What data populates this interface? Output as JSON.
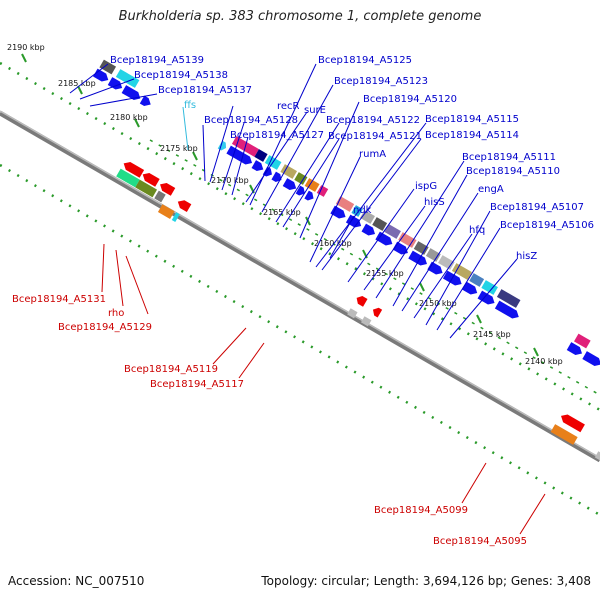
{
  "title": "Burkholderia sp. 383 chromosome 1, complete genome",
  "footer": {
    "accession": "Accession: NC_007510",
    "stats": "Topology: circular; Length: 3,694,126 bp; Genes: 3,408"
  },
  "colors": {
    "forward_label": "#0000cc",
    "reverse_label": "#cc0000",
    "rna_label": "#33bbdd",
    "backbone": "#888888"
  },
  "ticks": [
    "2190 kbp",
    "2185 kbp",
    "2180 kbp",
    "2175 kbp",
    "2170 kbp",
    "2165 kbp",
    "2160 kbp",
    "2155 kbp",
    "2150 kbp",
    "2145 kbp",
    "2140 kbp"
  ],
  "forward_genes": [
    "Bcep18194_A5139",
    "Bcep18194_A5138",
    "Bcep18194_A5137",
    "ffs",
    "recR",
    "Bcep18194_A5128",
    "Bcep18194_A5127",
    "surE",
    "Bcep18194_A5125",
    "Bcep18194_A5123",
    "Bcep18194_A5122",
    "Bcep18194_A5121",
    "Bcep18194_A5120",
    "rumA",
    "Bcep18194_A5115",
    "Bcep18194_A5114",
    "ndk",
    "ispG",
    "hisS",
    "Bcep18194_A5111",
    "Bcep18194_A5110",
    "engA",
    "hfq",
    "Bcep18194_A5107",
    "Bcep18194_A5106",
    "hisZ"
  ],
  "reverse_genes": [
    "Bcep18194_A5131",
    "rho",
    "Bcep18194_A5129",
    "Bcep18194_A5119",
    "Bcep18194_A5117",
    "Bcep18194_A5099",
    "Bcep18194_A5095"
  ]
}
